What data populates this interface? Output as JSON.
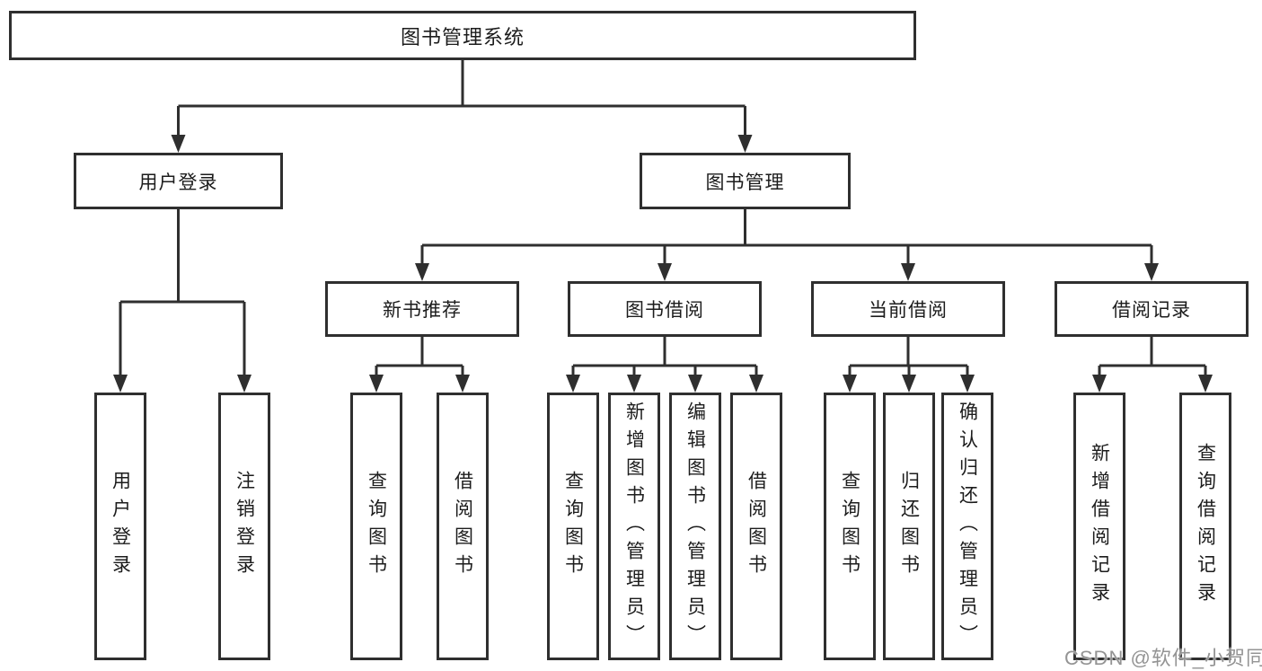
{
  "diagram": {
    "root": {
      "label": "图书管理系统"
    },
    "level2": {
      "user_login_group": {
        "label": "用户登录"
      },
      "book_mgmt_group": {
        "label": "图书管理"
      }
    },
    "level3": {
      "new_book_rec": {
        "label": "新书推荐"
      },
      "book_borrow": {
        "label": "图书借阅"
      },
      "current_borrow": {
        "label": "当前借阅"
      },
      "borrow_record": {
        "label": "借阅记录"
      }
    },
    "leaves": {
      "user_login": {
        "label": "用户登录"
      },
      "logout": {
        "label": "注销登录"
      },
      "rec_query_book": {
        "label": "查询图书"
      },
      "rec_borrow_book": {
        "label": "借阅图书"
      },
      "bb_query_book": {
        "label": "查询图书"
      },
      "bb_add_book": {
        "label": "新增图书（管理员）"
      },
      "bb_edit_book": {
        "label": "编辑图书（管理员）"
      },
      "bb_borrow_book": {
        "label": "借阅图书"
      },
      "cb_query_book": {
        "label": "查询图书"
      },
      "cb_return_book": {
        "label": "归还图书"
      },
      "cb_confirm_return": {
        "label": "确认归还（管理员）"
      },
      "br_add_record": {
        "label": "新增借阅记录"
      },
      "br_query_record": {
        "label": "查询借阅记录"
      }
    }
  },
  "watermark": "CSDN @软件_小贺同学",
  "colors": {
    "line": "#2f2f2f",
    "text": "#1c1c1c",
    "watermark": "#949494",
    "background": "#ffffff"
  }
}
